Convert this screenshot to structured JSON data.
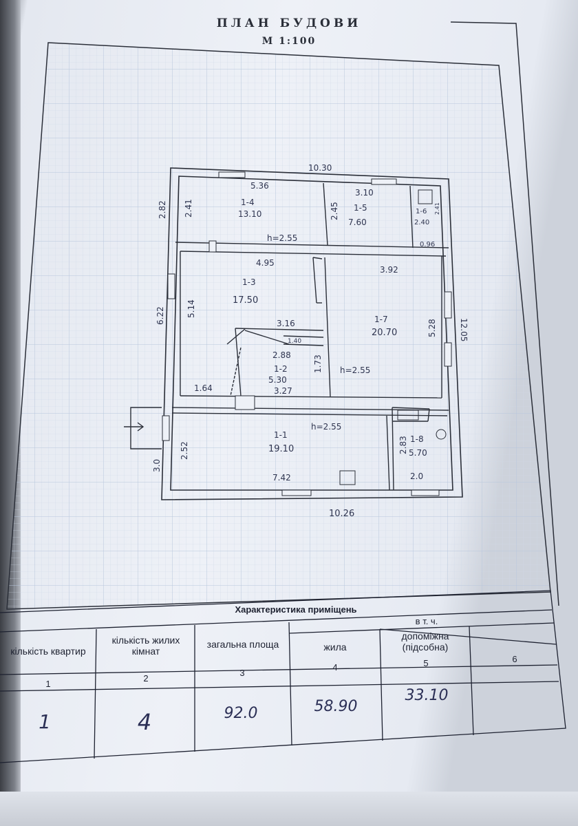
{
  "title": "ПЛАН БУДОВИ",
  "scale": "М 1:100",
  "plan": {
    "outer_width_top": "10.30",
    "outer_width_bottom": "10.26",
    "outer_height_right": "12.05",
    "left_top_height": "2.82",
    "left_middle_height": "6.22",
    "left_bottom_height": "3.0",
    "rooms": [
      {
        "id": "1-4",
        "area": "13.10",
        "width": "5.36",
        "height": "2.41"
      },
      {
        "id": "1-5",
        "area": "7.60",
        "width": "3.10",
        "height": "2.45"
      },
      {
        "id": "1-6",
        "area": "2.40",
        "width": "0.96",
        "height": "2.41"
      },
      {
        "id": "1-3",
        "area": "17.50",
        "width": "4.95",
        "height": "5.14"
      },
      {
        "id": "1-7",
        "area": "20.70",
        "width": "3.92",
        "height": "5.28"
      },
      {
        "id": "1-2",
        "area": "5.30",
        "width_top": "3.16",
        "width_mid": "2.88",
        "width_bottom": "3.27",
        "height": "1.73",
        "left_offset": "1.64"
      },
      {
        "id": "1-1",
        "area": "19.10",
        "width": "7.42",
        "height": "2.52"
      },
      {
        "id": "1-8",
        "area": "5.70",
        "width": "2.0",
        "height": "2.83"
      }
    ],
    "ceiling_heights": [
      "h=2.55",
      "h=2.55",
      "h=2.55"
    ],
    "stair_label": "1.40"
  },
  "table": {
    "caption": "Характеристика приміщень",
    "including_label": "в т. ч.",
    "headers": [
      "кількість квартир",
      "кількість жилих кімнат",
      "загальна площа",
      "жила",
      "допоміжна (підсобна)",
      ""
    ],
    "column_numbers": [
      "1",
      "2",
      "3",
      "4",
      "5",
      "6"
    ],
    "values": [
      "1",
      "4",
      "92.0",
      "58.90",
      "33.10",
      ""
    ]
  },
  "colors": {
    "paper": "#eef1f7",
    "grid": "#b7c6dc",
    "ink": "#2f3550"
  }
}
